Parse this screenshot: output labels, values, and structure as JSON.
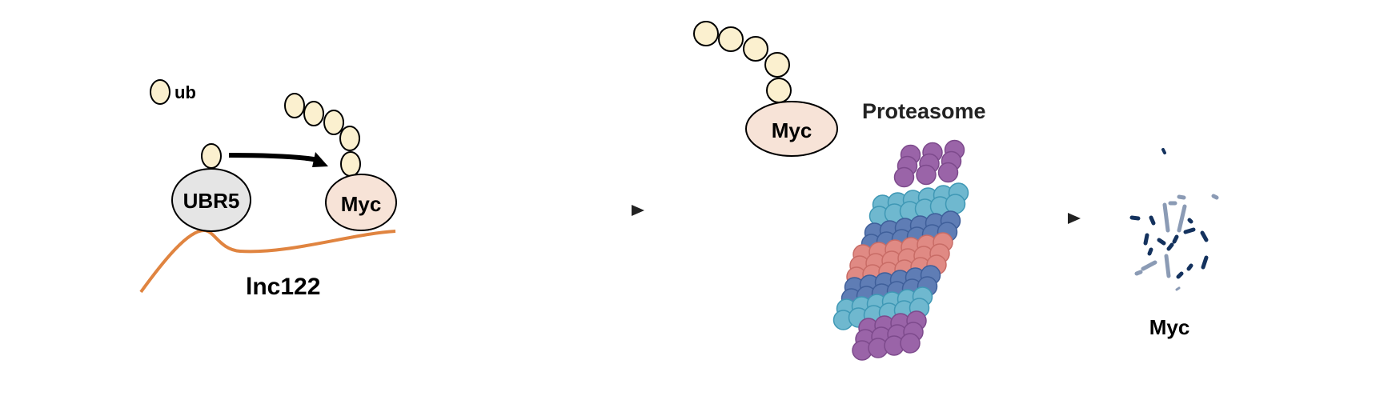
{
  "labels": {
    "ub_legend": "ub",
    "ubr5": "UBR5",
    "myc_bound": "Myc",
    "lnc": "lnc122",
    "myc_tagged": "Myc",
    "proteasome": "Proteasome",
    "myc_degraded": "Myc"
  },
  "colors": {
    "ub_fill": "#fbf0cf",
    "ubr5_fill": "#e5e5e5",
    "myc_fill": "#f7e3d7",
    "lnc_stroke": "#e08440",
    "purple": "#9a64a8",
    "teal": "#6fb8cf",
    "blue": "#5f7db5",
    "salmon": "#e08a84",
    "fragment_dark": "#14325e",
    "fragment_light": "#8b9bb5"
  }
}
